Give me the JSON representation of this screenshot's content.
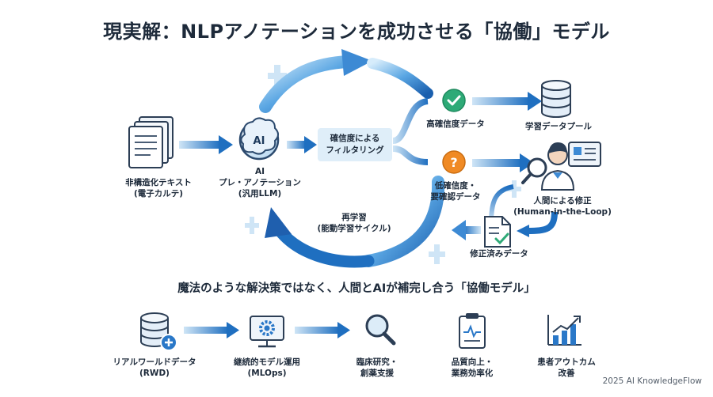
{
  "title": "現実解：NLPアノテーションを成功させる「協働」モデル",
  "cycle": {
    "source": {
      "line1": "非構造化テキスト",
      "line2": "(電子カルテ)"
    },
    "ai_model": {
      "icon_text": "AI",
      "line1": "AI",
      "line2": "プレ・アノテーション",
      "line3": "(汎用LLM)"
    },
    "filter": {
      "line1": "確信度による",
      "line2": "フィルタリング"
    },
    "high_conf": {
      "label": "高確信度データ"
    },
    "pool": {
      "label": "学習データプール"
    },
    "low_conf": {
      "line1": "低確信度・",
      "line2": "要確認データ",
      "icon_text": "?"
    },
    "human": {
      "line1": "人間による修正",
      "line2": "(Human-in-the-Loop)"
    },
    "corrected": {
      "label": "修正済みデータ"
    },
    "retrain": {
      "line1": "再学習",
      "line2": "(能動学習サイクル)"
    }
  },
  "tagline": "魔法のような解決策ではなく、人間とAIが補完し合う「協働モデル」",
  "pipeline": [
    {
      "line1": "リアルワールドデータ",
      "line2": "(RWD)",
      "icon": "database-plus-icon"
    },
    {
      "line1": "継続的モデル運用",
      "line2": "(MLOps)",
      "icon": "monitor-gear-icon"
    },
    {
      "line1": "臨床研究・",
      "line2": "創薬支援",
      "icon": "magnifier-icon"
    },
    {
      "line1": "品質向上・",
      "line2": "業務効率化",
      "icon": "clipboard-chart-icon"
    },
    {
      "line1": "患者アウトカム",
      "line2": "改善",
      "icon": "bar-chart-up-icon"
    }
  ],
  "footer": "2025 AI KnowledgeFlow",
  "colors": {
    "accent_blue": "#1f6fc0",
    "light_blue": "#cfe5f6",
    "green": "#2eaa77",
    "orange": "#f08a24",
    "text": "#1d2a3a"
  }
}
